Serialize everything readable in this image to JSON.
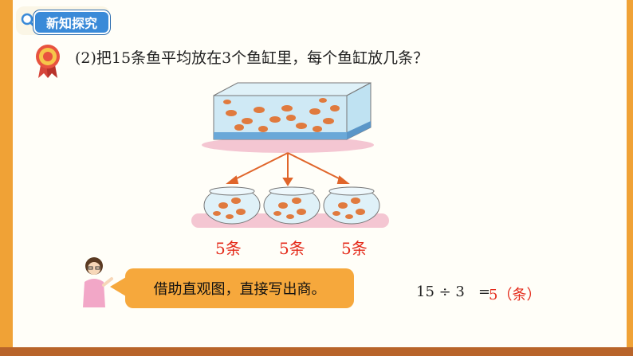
{
  "header": {
    "badge_text": "新知探究"
  },
  "question": {
    "text": "(2)把15条鱼平均放在3个鱼缸里，每个鱼缸放几条？"
  },
  "bowls": [
    {
      "label": "5条"
    },
    {
      "label": "5条"
    },
    {
      "label": "5条"
    }
  ],
  "speech": {
    "text": "借助直观图，直接写出商。"
  },
  "equation": {
    "left": "15 ÷ 3",
    "equals": "=",
    "answer": "5（条）"
  },
  "colors": {
    "accent_red": "#e42b1b",
    "orange": "#f6a83c",
    "blue": "#3a8ad8"
  }
}
